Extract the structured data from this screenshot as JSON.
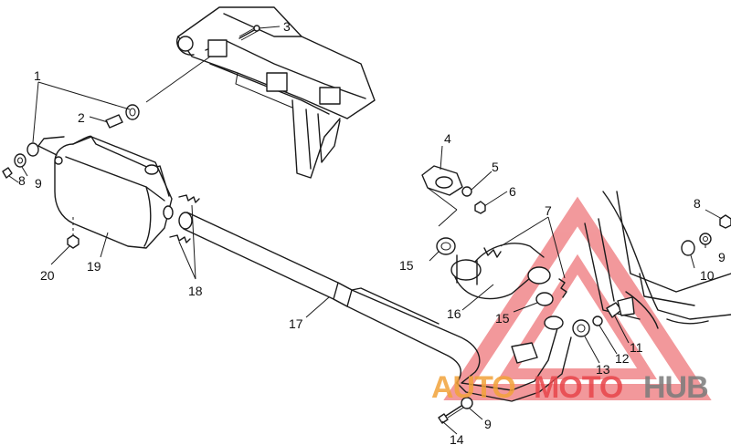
{
  "callouts": {
    "c1": "1",
    "c2": "2",
    "c3": "3",
    "c4": "4",
    "c5": "5",
    "c6": "6",
    "c7": "7",
    "c8a": "8",
    "c8b": "8",
    "c9a": "9",
    "c9b": "9",
    "c9c": "9",
    "c10": "10",
    "c11": "11",
    "c12": "12",
    "c13": "13",
    "c14": "14",
    "c15a": "15",
    "c15b": "15",
    "c16": "16",
    "c17": "17",
    "c18": "18",
    "c19": "19",
    "c20": "20"
  },
  "watermark": {
    "part1": "AUTO",
    "part2": "MOTO",
    "part3": "HUB",
    "color_red": "#e8454a",
    "color_orange": "#f2a33a",
    "color_grey": "#7b7b7b"
  }
}
